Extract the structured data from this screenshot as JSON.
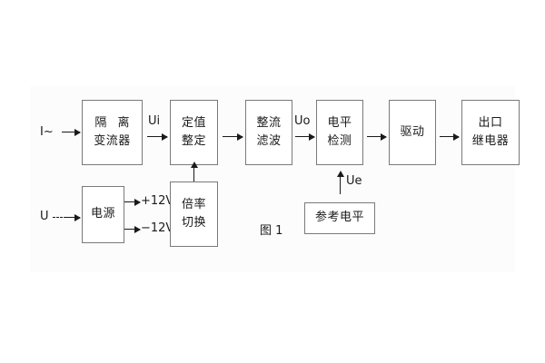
{
  "figure": {
    "caption": "图 1",
    "title_text": "图 1"
  },
  "inputs": [
    {
      "id": "current-input",
      "label": "I~"
    },
    {
      "id": "voltage-input",
      "label": "U"
    }
  ],
  "blocks": [
    {
      "id": "isolation-transformer",
      "line1": "隔 离",
      "line2": "变流器"
    },
    {
      "id": "setting-value",
      "line1": "定值",
      "line2": "整定"
    },
    {
      "id": "rectify-filter",
      "line1": "整流",
      "line2": "滤波"
    },
    {
      "id": "level-detection",
      "line1": "电平",
      "line2": "检测"
    },
    {
      "id": "driver",
      "line1": "驱动",
      "line2": ""
    },
    {
      "id": "output-relay",
      "line1": "出口",
      "line2": "继电器"
    },
    {
      "id": "power-supply",
      "line1": "电源",
      "line2": ""
    },
    {
      "id": "multiplier-switch",
      "line1": "倍率",
      "line2": "切换"
    },
    {
      "id": "reference-level",
      "line1": "参考电平",
      "line2": ""
    }
  ],
  "signals": [
    {
      "id": "ui",
      "label": "Ui"
    },
    {
      "id": "uo",
      "label": "Uo"
    },
    {
      "id": "ue",
      "label": "Ue"
    }
  ],
  "rails": [
    {
      "id": "rail-positive",
      "label": "+12V"
    },
    {
      "id": "rail-negative",
      "label": "−12V"
    }
  ],
  "colors": {
    "stroke": "#7a7a7a",
    "text": "#1a1a1a",
    "background": "#ffffff",
    "panel": "#fcfcfc"
  }
}
